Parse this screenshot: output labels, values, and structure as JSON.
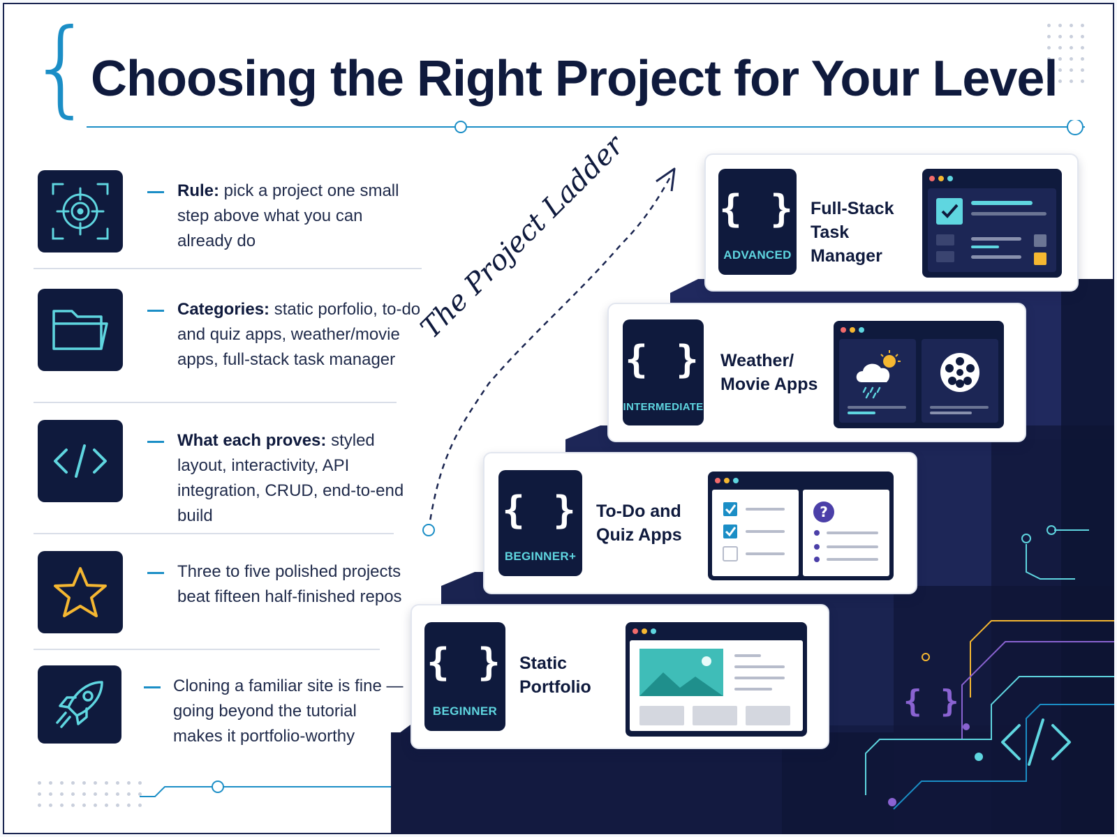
{
  "header": {
    "title": "Choosing the Right Project for Your Level"
  },
  "tips": [
    {
      "icon": "target-icon",
      "label": "Rule:",
      "text": "pick a project one small step above what you can already do"
    },
    {
      "icon": "folder-icon",
      "label": "Categories:",
      "text": "static porfolio, to-do and quiz apps, weather/movie apps, full-stack task manager"
    },
    {
      "icon": "code-icon",
      "label": "What each proves:",
      "text": "styled layout, interactivity, API integration, CRUD, end-to-end build"
    },
    {
      "icon": "star-icon",
      "label": "",
      "text": "Three to five polished projects beat fifteen half-finished repos"
    },
    {
      "icon": "rocket-icon",
      "label": "",
      "text": "Cloning a familiar site is fine — going beyond the tutorial makes it portfolio-worthy"
    }
  ],
  "ladder": {
    "label": "The Project Ladder",
    "badge_glyph": "{ }",
    "steps": [
      {
        "level": "ADVANCED",
        "title": "Full-Stack Task Manager",
        "preview": "dashboard"
      },
      {
        "level": "INTERMEDIATE",
        "title": "Weather/ Movie Apps",
        "preview": "weather-movie"
      },
      {
        "level": "BEGINNER+",
        "title": "To-Do and Quiz Apps",
        "preview": "todo-quiz"
      },
      {
        "level": "BEGINNER",
        "title": "Static Portfolio",
        "preview": "portfolio"
      }
    ]
  },
  "colors": {
    "navy": "#0f1a3d",
    "accent": "#1b8ec6",
    "teal": "#5fd6e0",
    "star": "#f5b731",
    "purple": "#8a63d2"
  }
}
